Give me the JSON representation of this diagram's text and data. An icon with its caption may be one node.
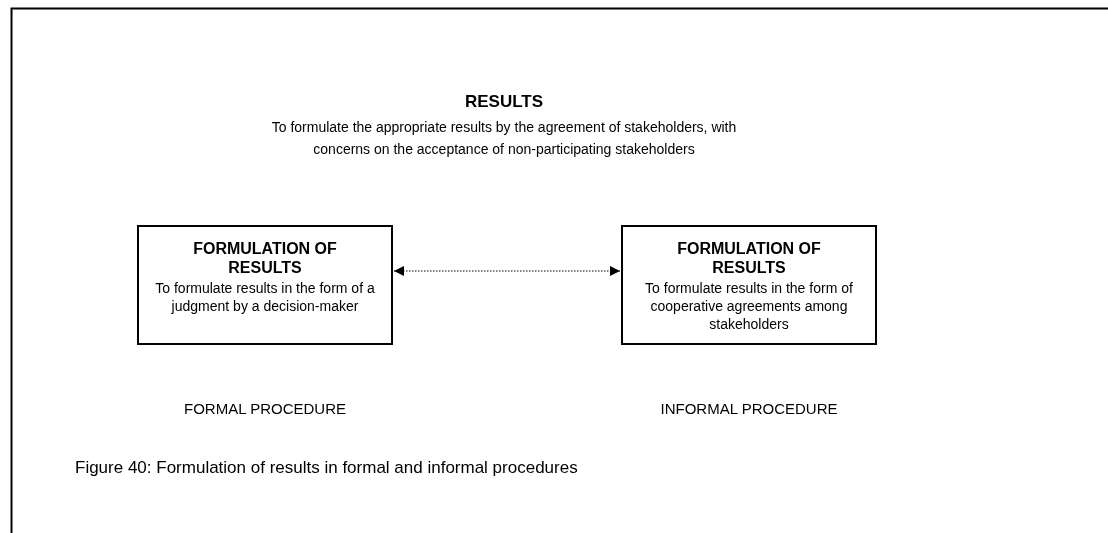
{
  "diagram": {
    "caption": "Figure 40: Formulation of results in formal and informal procedures",
    "nodes": [
      {
        "text": [
          "FORMULATION OF RESULTS",
          "To formulate results in the form of a judgment by a decision-maker"
        ],
        "beside": [
          "FORMAL PROCEDURE"
        ]
      },
      {
        "text": [
          "FORMULATION OF RESULTS",
          "To formulate results in the form of cooperative agreements among stakeholders"
        ],
        "beside": [
          "INFORMAL PROCEDURE"
        ]
      }
    ],
    "edges": [
      {
        "from": 0,
        "to": 1,
        "arrow": "both",
        "style": "dashed"
      }
    ],
    "labels": [
      "RESULTS",
      "To formulate the appropriate results by the agreement of stakeholders, with concerns on the acceptance of non-participating stakeholders"
    ]
  }
}
